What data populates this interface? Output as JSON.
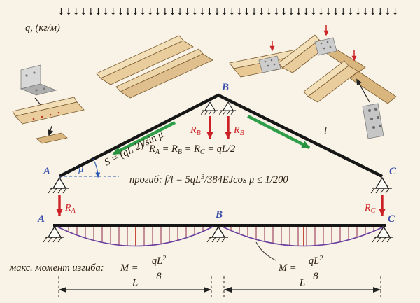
{
  "colors": {
    "background": "#f8f3e6",
    "reaction_arrow": "#cc2127",
    "force_arrow": "#2f9e4a",
    "node_label": "#3a4faa",
    "moment_curve": "#6b3fa0",
    "load_tick": "#8e2a4a",
    "wood": "#e9cd9d",
    "metal": "#cdcdcd"
  },
  "load": {
    "label": "q, (кг/м)",
    "arrows": "↓↓↓↓↓↓↓↓↓↓↓↓↓↓↓↓↓↓↓↓↓↓↓↓↓↓↓↓↓↓↓↓↓↓↓↓↓↓↓↓↓↓↓↓↓↓"
  },
  "nodes": {
    "a": "A",
    "b": "B",
    "c": "C"
  },
  "reactions": {
    "r": "R",
    "sub_a": "A",
    "sub_b": "B",
    "sub_c": "C"
  },
  "rafter": {
    "s_formula": "S = (qL/2)/sin μ",
    "angle": "μ",
    "length_label": "l"
  },
  "formulas": {
    "reactions": {
      "t1": "R",
      "s1": "A",
      "t2": " = R",
      "s2": "B",
      "t3": " = R",
      "s3": "C",
      "t4": " = qL/2"
    },
    "deflection": {
      "t1": "прогиб: f/l = 5qL",
      "sup": "3",
      "t2": "/384EJcos μ ≤ 1/200"
    }
  },
  "moment": {
    "label": "макс. момент изгиба:",
    "m_equals": "M =",
    "num": "qL",
    "sup": "2",
    "den": "8"
  },
  "dimensions": {
    "span": "L"
  }
}
